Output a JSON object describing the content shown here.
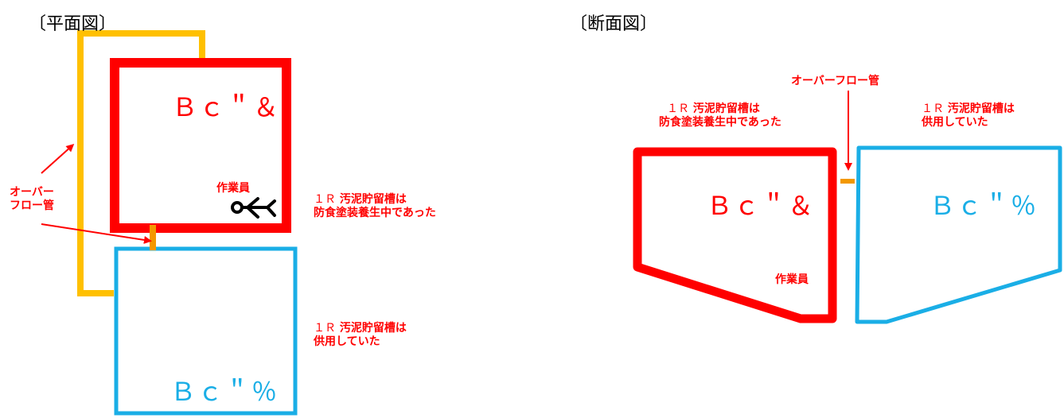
{
  "colors": {
    "red": "#ff0000",
    "blue": "#1aaee6",
    "yellow": "#ffc000",
    "orange": "#f39800",
    "black": "#000000"
  },
  "plan": {
    "heading": "〔平面図〕",
    "tank_red_code": "Ｂｃ＂＆",
    "tank_blue_code": "Ｂｃ＂％",
    "worker_label": "作業員",
    "overflow_label_line1": "オーバー",
    "overflow_label_line2": "フロー管",
    "note_red_line1_num": "１Ｒ",
    "note_red_line1_rest": "汚泥貯留槽は",
    "note_red_line2": "防食塗装養生中であった",
    "note_blue_line1_num": "１Ｒ",
    "note_blue_line1_rest": "汚泥貯留槽は",
    "note_blue_line2": "供用していた",
    "icons": [
      "worker-figure-icon",
      "arrow-icon"
    ]
  },
  "section": {
    "heading": "〔断面図〕",
    "tank_red_code": "Ｂｃ＂＆",
    "tank_blue_code": "Ｂｃ＂％",
    "worker_label": "作業員",
    "overflow_label": "オーバーフロー管",
    "note_red_line1_num": "１Ｒ",
    "note_red_line1_rest": "汚泥貯留槽は",
    "note_red_line2": "防食塗装養生中であった",
    "note_blue_line1_num": "１Ｒ",
    "note_blue_line1_rest": "汚泥貯留槽は",
    "note_blue_line2": "供用していた"
  }
}
